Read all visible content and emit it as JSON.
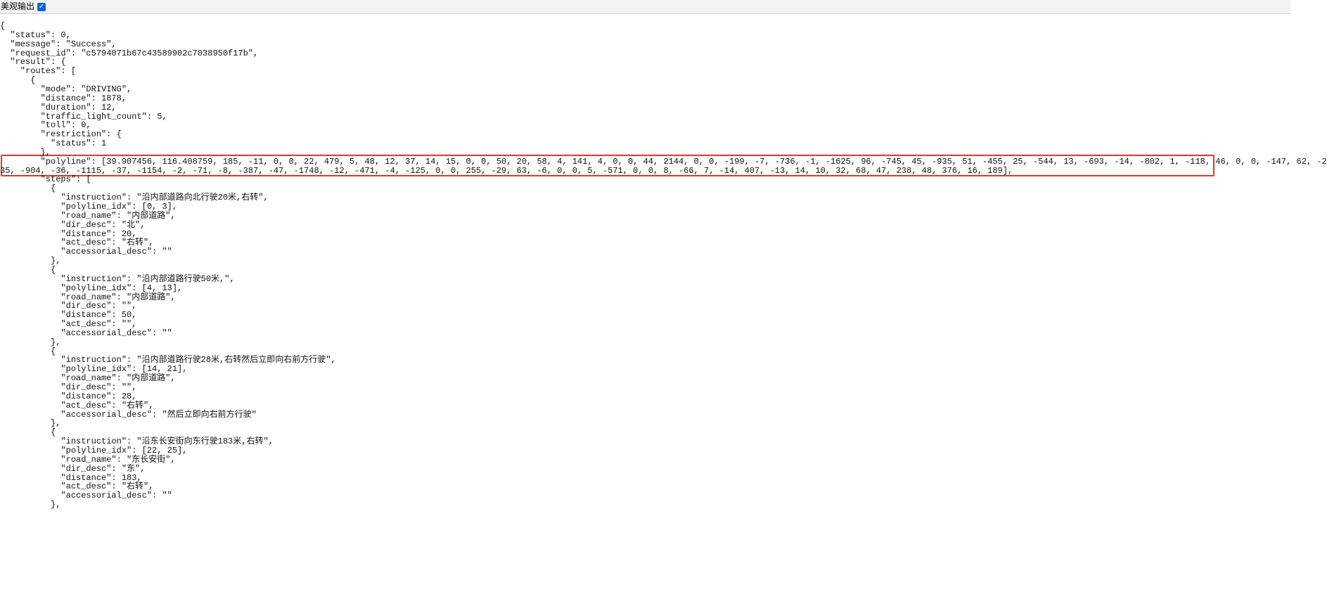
{
  "toolbar": {
    "pretty_label": "美观输出",
    "pretty_checked": true
  },
  "json_lines": [
    "{",
    "  \"status\": 0,",
    "  \"message\": \"Success\",",
    "  \"request_id\": \"c5794071b67c43589902c7038950f17b\",",
    "  \"result\": {",
    "    \"routes\": [",
    "      {",
    "        \"mode\": \"DRIVING\",",
    "        \"distance\": 1878,",
    "        \"duration\": 12,",
    "        \"traffic_light_count\": 5,",
    "        \"toll\": 0,",
    "        \"restriction\": {",
    "          \"status\": 1",
    "        },",
    "        \"polyline\": [39.907456, 116.408759, 185, -11, 0, 0, 22, 479, 5, 48, 12, 37, 14, 15, 0, 0, 50, 20, 58, 4, 141, 4, 0, 0, 44, 2144, 0, 0, -199, -7, -736, -1, -1625, 96, -745, 45, -935, 51, -455, 25, -544, 13, -693, -14, -802, 1, -118, 46, 0, 0, -147, 62, -2",
    "35, -904, -36, -1115, -37, -1154, -2, -71, -8, -387, -47, -1748, -12, -471, -4, -125, 0, 0, 255, -29, 63, -6, 0, 0, 5, -571, 0, 0, 8, -66, 7, -14, 407, -13, 14, 10, 32, 68, 47, 238, 48, 376, 16, 189],",
    "        \"steps\": [",
    "          {",
    "            \"instruction\": \"沿内部道路向北行驶20米,右转\",",
    "            \"polyline_idx\": [0, 3],",
    "            \"road_name\": \"内部道路\",",
    "            \"dir_desc\": \"北\",",
    "            \"distance\": 20,",
    "            \"act_desc\": \"右转\",",
    "            \"accessorial_desc\": \"\"",
    "          },",
    "          {",
    "            \"instruction\": \"沿内部道路行驶50米,\",",
    "            \"polyline_idx\": [4, 13],",
    "            \"road_name\": \"内部道路\",",
    "            \"dir_desc\": \"\",",
    "            \"distance\": 50,",
    "            \"act_desc\": \"\",",
    "            \"accessorial_desc\": \"\"",
    "          },",
    "          {",
    "            \"instruction\": \"沿内部道路行驶28米,右转然后立即向右前方行驶\",",
    "            \"polyline_idx\": [14, 21],",
    "            \"road_name\": \"内部道路\",",
    "            \"dir_desc\": \"\",",
    "            \"distance\": 28,",
    "            \"act_desc\": \"右转\",",
    "            \"accessorial_desc\": \"然后立即向右前方行驶\"",
    "          },",
    "          {",
    "            \"instruction\": \"沿东长安街向东行驶183米,右转\",",
    "            \"polyline_idx\": [22, 25],",
    "            \"road_name\": \"东长安街\",",
    "            \"dir_desc\": \"东\",",
    "            \"distance\": 183,",
    "            \"act_desc\": \"右转\",",
    "            \"accessorial_desc\": \"\"",
    "          },"
  ],
  "colors": {
    "highlight_box": "#e2362b",
    "checkbox": "#0a66d8"
  }
}
